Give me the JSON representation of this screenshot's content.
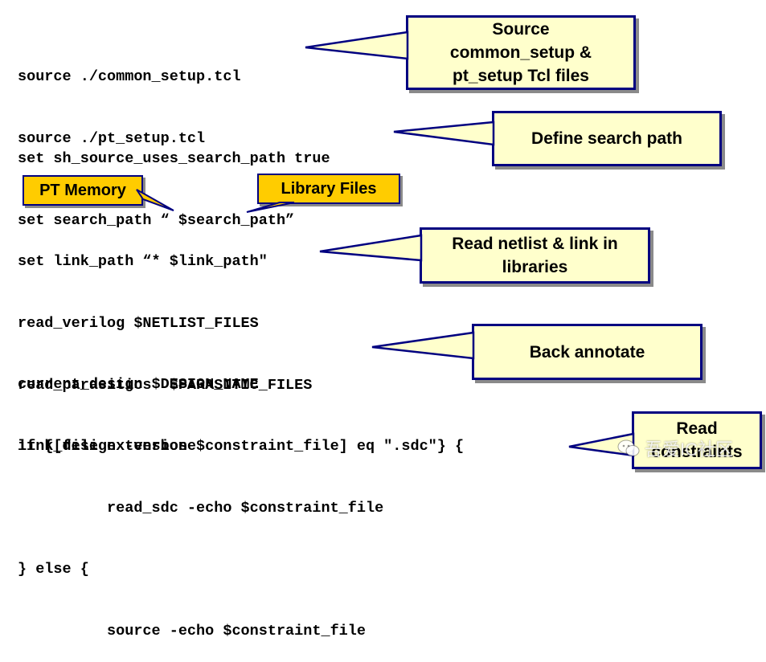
{
  "code_blocks": {
    "source": [
      "source ./common_setup.tcl",
      "source ./pt_setup.tcl"
    ],
    "search": [
      "set sh_source_uses_search_path true",
      "set search_path “ $search_path”"
    ],
    "link": [
      "set link_path “* $link_path\"",
      "read_verilog $NETLIST_FILES",
      "current_design $DESIGN_NAME",
      "link_design -verbose"
    ],
    "parasitics": [
      "read_parasitics  $PARASITIC_FILES"
    ],
    "constraints": [
      "if {[file extension $constraint_file] eq \".sdc\"} {",
      "          read_sdc -echo $constraint_file",
      "} else {",
      "          source -echo $constraint_file"
    ]
  },
  "callouts": {
    "source": {
      "line1": "Source",
      "line2": "common_setup &",
      "line3": "pt_setup Tcl files"
    },
    "search_path": "Define search path",
    "read_netlist": {
      "line1": "Read netlist & link in",
      "line2": "libraries"
    },
    "back_annotate": "Back annotate",
    "read_constraints": {
      "line1": "Read",
      "line2": "constraints"
    }
  },
  "tags": {
    "pt_memory": "PT Memory",
    "library_files": "Library Files"
  },
  "watermark": {
    "text": "吾爱IC社区",
    "icon": "wechat-icon"
  },
  "colors": {
    "callout_fill": "#ffffcc",
    "tag_fill": "#ffcc00",
    "border": "#000080",
    "shadow": "#8a8a8a"
  }
}
